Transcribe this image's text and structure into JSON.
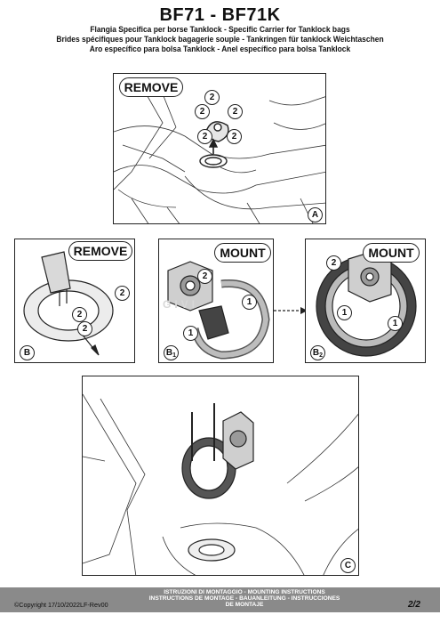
{
  "header": {
    "title": "BF71 - BF71K",
    "lines": [
      "Flangia Specifica per borse Tanklock - Specific Carrier for Tanklock bags",
      "Brides spécifiques pour Tanklock bagagerie souple - Tankringen für tanklock Weichtaschen",
      "Aro específico para bolsa Tanklock - Anel específico para bolsa Tanklock"
    ]
  },
  "panels": {
    "A": {
      "label": "REMOVE",
      "corner": "A",
      "callouts": [
        "2",
        "2",
        "2",
        "2",
        "2"
      ]
    },
    "B": {
      "label": "REMOVE",
      "corner": "B",
      "callouts": [
        "2",
        "2",
        "2"
      ]
    },
    "B1": {
      "label": "MOUNT",
      "corner": "B",
      "corner_sub": "1",
      "callouts": [
        "2",
        "1",
        "1"
      ]
    },
    "B2": {
      "label": "MOUNT",
      "corner": "B",
      "corner_sub": "2",
      "callouts": [
        "2",
        "1",
        "1"
      ]
    },
    "C": {
      "corner": "C"
    }
  },
  "watermark": "GIVI",
  "footer": {
    "copyright": "©Copyright 17/10/2022LF-Rev00",
    "instructions": [
      "ISTRUZIONI DI MONTAGGIO - MOUNTING INSTRUCTIONS",
      "INSTRUCTIONS DE MONTAGE - BAUANLEITUNG - INSTRUCCIONES",
      "DE MONTAJE"
    ],
    "page": "2/2"
  }
}
